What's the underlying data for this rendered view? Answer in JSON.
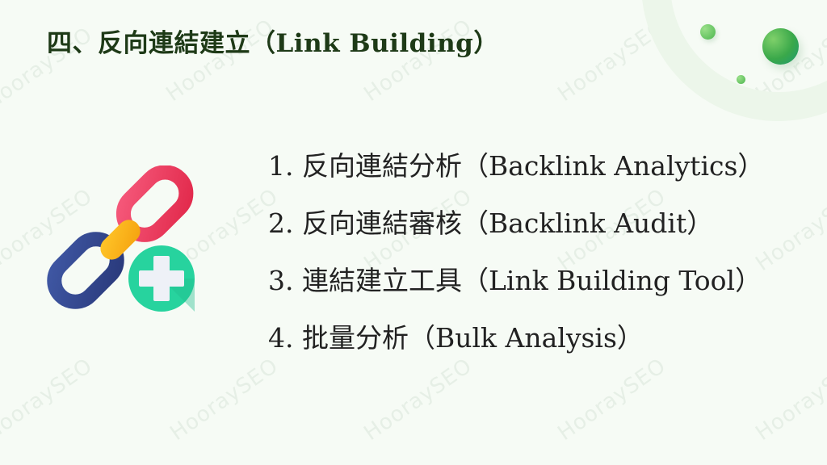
{
  "slide": {
    "title": "四、反向連結建立（Link Building）",
    "items": [
      "1. 反向連結分析（Backlink Analytics）",
      "2. 反向連結審核（Backlink Audit）",
      "3. 連結建立工具（Link Building Tool）",
      "4. 批量分析（Bulk Analysis）"
    ],
    "illustration_icon": "chain-link-plus-icon",
    "watermark": "HooraySEO"
  },
  "colors": {
    "background": "#f6fbf5",
    "title": "#1e3a17",
    "body_text": "#222222",
    "link_red": "#ec3f5f",
    "link_yellow": "#f9b41c",
    "link_blue": "#34468f",
    "plus_circle": "#27d39e",
    "accent_green": "#3aa84a"
  }
}
